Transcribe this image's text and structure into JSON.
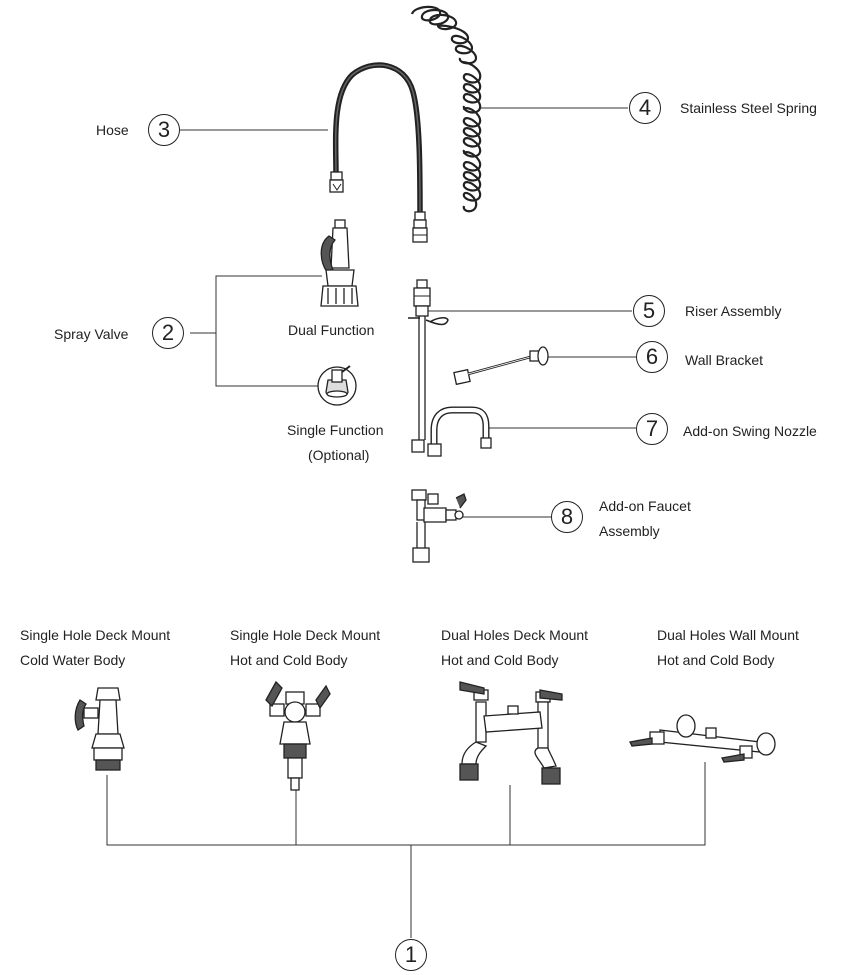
{
  "callouts": {
    "c1": {
      "number": "1"
    },
    "c2": {
      "number": "2",
      "label": "Spray Valve"
    },
    "c3": {
      "number": "3",
      "label": "Hose"
    },
    "c4": {
      "number": "4",
      "label": "Stainless Steel Spring"
    },
    "c5": {
      "number": "5",
      "label": "Riser Assembly"
    },
    "c6": {
      "number": "6",
      "label": "Wall Bracket"
    },
    "c7": {
      "number": "7",
      "label": "Add-on Swing Nozzle"
    },
    "c8": {
      "number": "8",
      "label_line1": "Add-on Faucet",
      "label_line2": "Assembly"
    }
  },
  "spray_valve_options": {
    "dual": "Dual Function",
    "single_line1": "Single Function",
    "single_line2": "(Optional)"
  },
  "bodies": [
    {
      "line1": "Single Hole Deck Mount",
      "line2": "Cold Water Body"
    },
    {
      "line1": "Single Hole Deck Mount",
      "line2": "Hot and Cold Body"
    },
    {
      "line1": "Dual Holes Deck Mount",
      "line2": "Hot and Cold Body"
    },
    {
      "line1": "Dual Holes Wall Mount",
      "line2": "Hot and Cold Body"
    }
  ]
}
